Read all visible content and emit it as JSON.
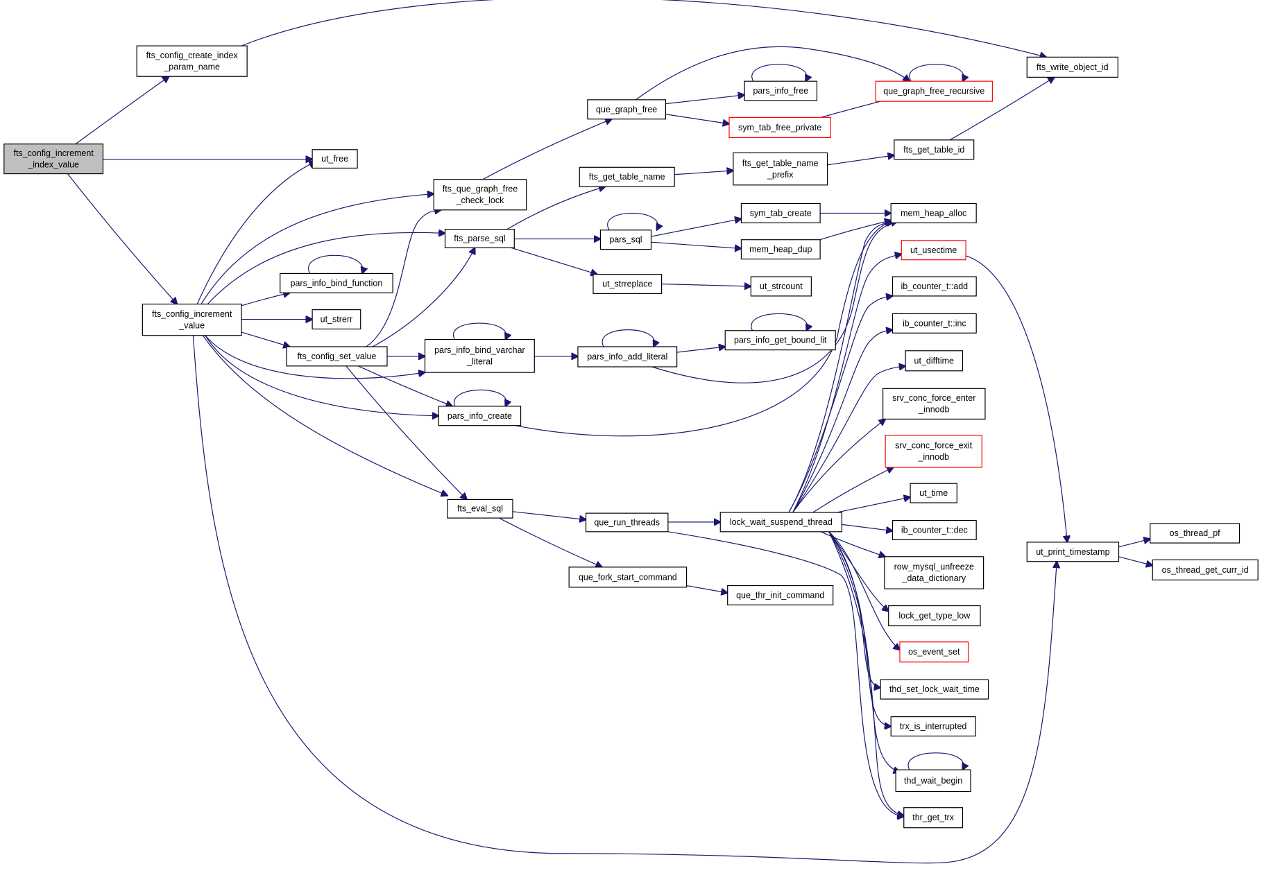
{
  "diagram": {
    "colors": {
      "edge": "#191970",
      "root_fill": "#bfbfbf",
      "node_border": "#000000",
      "truncated_border": "#ff0000"
    },
    "nodes": [
      {
        "id": "n1",
        "label": [
          "fts_config_increment",
          "_index_value"
        ],
        "root": true
      },
      {
        "id": "n2",
        "label": [
          "fts_config_create_index",
          "_param_name"
        ]
      },
      {
        "id": "n3",
        "label": [
          "ut_free"
        ]
      },
      {
        "id": "n4",
        "label": [
          "fts_config_increment",
          "_value"
        ]
      },
      {
        "id": "n5",
        "label": [
          "fts_write_object_id"
        ]
      },
      {
        "id": "n6",
        "label": [
          "fts_que_graph_free",
          "_check_lock"
        ]
      },
      {
        "id": "n7",
        "label": [
          "fts_parse_sql"
        ]
      },
      {
        "id": "n8",
        "label": [
          "pars_info_bind_function"
        ]
      },
      {
        "id": "n9",
        "label": [
          "ut_strerr"
        ]
      },
      {
        "id": "n10",
        "label": [
          "fts_config_set_value"
        ]
      },
      {
        "id": "n11",
        "label": [
          "pars_info_bind_varchar",
          "_literal"
        ]
      },
      {
        "id": "n12",
        "label": [
          "pars_info_create"
        ]
      },
      {
        "id": "n13",
        "label": [
          "fts_eval_sql"
        ]
      },
      {
        "id": "n14",
        "label": [
          "ut_print_timestamp"
        ]
      },
      {
        "id": "n15",
        "label": [
          "que_graph_free"
        ]
      },
      {
        "id": "n16",
        "label": [
          "fts_get_table_name"
        ]
      },
      {
        "id": "n17",
        "label": [
          "pars_sql"
        ]
      },
      {
        "id": "n18",
        "label": [
          "ut_strreplace"
        ]
      },
      {
        "id": "n19",
        "label": [
          "pars_info_add_literal"
        ]
      },
      {
        "id": "n20",
        "label": [
          "que_run_threads"
        ]
      },
      {
        "id": "n21",
        "label": [
          "que_fork_start_command"
        ]
      },
      {
        "id": "n22",
        "label": [
          "pars_info_free"
        ]
      },
      {
        "id": "n23",
        "label": [
          "sym_tab_free_private"
        ],
        "truncated": true
      },
      {
        "id": "n24",
        "label": [
          "que_graph_free_recursive"
        ],
        "truncated": true
      },
      {
        "id": "n25",
        "label": [
          "fts_get_table_name",
          "_prefix"
        ]
      },
      {
        "id": "n26",
        "label": [
          "fts_get_table_id"
        ]
      },
      {
        "id": "n27",
        "label": [
          "sym_tab_create"
        ]
      },
      {
        "id": "n28",
        "label": [
          "mem_heap_alloc"
        ]
      },
      {
        "id": "n29",
        "label": [
          "mem_heap_dup"
        ]
      },
      {
        "id": "n30",
        "label": [
          "ut_strcount"
        ]
      },
      {
        "id": "n31",
        "label": [
          "pars_info_get_bound_lit"
        ]
      },
      {
        "id": "n32",
        "label": [
          "lock_wait_suspend_thread"
        ]
      },
      {
        "id": "n33",
        "label": [
          "que_thr_init_command"
        ]
      },
      {
        "id": "n34",
        "label": [
          "ut_usectime"
        ],
        "truncated": true
      },
      {
        "id": "n35",
        "label": [
          "ib_counter_t::add"
        ]
      },
      {
        "id": "n36",
        "label": [
          "ib_counter_t::inc"
        ]
      },
      {
        "id": "n37",
        "label": [
          "ut_difftime"
        ]
      },
      {
        "id": "n38",
        "label": [
          "srv_conc_force_enter",
          "_innodb"
        ]
      },
      {
        "id": "n39",
        "label": [
          "srv_conc_force_exit",
          "_innodb"
        ],
        "truncated": true
      },
      {
        "id": "n40",
        "label": [
          "ut_time"
        ]
      },
      {
        "id": "n41",
        "label": [
          "ib_counter_t::dec"
        ]
      },
      {
        "id": "n42",
        "label": [
          "row_mysql_unfreeze",
          "_data_dictionary"
        ]
      },
      {
        "id": "n43",
        "label": [
          "lock_get_type_low"
        ]
      },
      {
        "id": "n44",
        "label": [
          "os_event_set"
        ],
        "truncated": true
      },
      {
        "id": "n45",
        "label": [
          "thd_set_lock_wait_time"
        ]
      },
      {
        "id": "n46",
        "label": [
          "trx_is_interrupted"
        ]
      },
      {
        "id": "n47",
        "label": [
          "thd_wait_begin"
        ]
      },
      {
        "id": "n48",
        "label": [
          "thr_get_trx"
        ]
      },
      {
        "id": "n49",
        "label": [
          "os_thread_pf"
        ]
      },
      {
        "id": "n50",
        "label": [
          "os_thread_get_curr_id"
        ]
      }
    ],
    "edges": [
      {
        "from": "n1",
        "to": "n2"
      },
      {
        "from": "n1",
        "to": "n3"
      },
      {
        "from": "n1",
        "to": "n4"
      },
      {
        "from": "n2",
        "to": "n5"
      },
      {
        "from": "n4",
        "to": "n3"
      },
      {
        "from": "n4",
        "to": "n6"
      },
      {
        "from": "n4",
        "to": "n7"
      },
      {
        "from": "n4",
        "to": "n8"
      },
      {
        "from": "n4",
        "to": "n9"
      },
      {
        "from": "n4",
        "to": "n10"
      },
      {
        "from": "n4",
        "to": "n11"
      },
      {
        "from": "n4",
        "to": "n12"
      },
      {
        "from": "n4",
        "to": "n13"
      },
      {
        "from": "n4",
        "to": "n14"
      },
      {
        "from": "n6",
        "to": "n15"
      },
      {
        "from": "n7",
        "to": "n16"
      },
      {
        "from": "n7",
        "to": "n17"
      },
      {
        "from": "n7",
        "to": "n18"
      },
      {
        "from": "n8",
        "to": "n8"
      },
      {
        "from": "n10",
        "to": "n6"
      },
      {
        "from": "n10",
        "to": "n7"
      },
      {
        "from": "n10",
        "to": "n11"
      },
      {
        "from": "n10",
        "to": "n12"
      },
      {
        "from": "n10",
        "to": "n13"
      },
      {
        "from": "n11",
        "to": "n11"
      },
      {
        "from": "n11",
        "to": "n19"
      },
      {
        "from": "n12",
        "to": "n12"
      },
      {
        "from": "n12",
        "to": "n28"
      },
      {
        "from": "n13",
        "to": "n20"
      },
      {
        "from": "n13",
        "to": "n21"
      },
      {
        "from": "n15",
        "to": "n22"
      },
      {
        "from": "n15",
        "to": "n23"
      },
      {
        "from": "n15",
        "to": "n24"
      },
      {
        "from": "n16",
        "to": "n25"
      },
      {
        "from": "n17",
        "to": "n17"
      },
      {
        "from": "n17",
        "to": "n27"
      },
      {
        "from": "n17",
        "to": "n29"
      },
      {
        "from": "n18",
        "to": "n30"
      },
      {
        "from": "n19",
        "to": "n19"
      },
      {
        "from": "n19",
        "to": "n31"
      },
      {
        "from": "n19",
        "to": "n28"
      },
      {
        "from": "n20",
        "to": "n32"
      },
      {
        "from": "n20",
        "to": "n48"
      },
      {
        "from": "n21",
        "to": "n33"
      },
      {
        "from": "n22",
        "to": "n22"
      },
      {
        "from": "n23",
        "to": "n24"
      },
      {
        "from": "n24",
        "to": "n24"
      },
      {
        "from": "n25",
        "to": "n26"
      },
      {
        "from": "n26",
        "to": "n5"
      },
      {
        "from": "n27",
        "to": "n28"
      },
      {
        "from": "n29",
        "to": "n28"
      },
      {
        "from": "n31",
        "to": "n31"
      },
      {
        "from": "n32",
        "to": "n28"
      },
      {
        "from": "n32",
        "to": "n34"
      },
      {
        "from": "n32",
        "to": "n35"
      },
      {
        "from": "n32",
        "to": "n36"
      },
      {
        "from": "n32",
        "to": "n37"
      },
      {
        "from": "n32",
        "to": "n38"
      },
      {
        "from": "n32",
        "to": "n39"
      },
      {
        "from": "n32",
        "to": "n40"
      },
      {
        "from": "n32",
        "to": "n41"
      },
      {
        "from": "n32",
        "to": "n42"
      },
      {
        "from": "n32",
        "to": "n43"
      },
      {
        "from": "n32",
        "to": "n44"
      },
      {
        "from": "n32",
        "to": "n45"
      },
      {
        "from": "n32",
        "to": "n46"
      },
      {
        "from": "n32",
        "to": "n47"
      },
      {
        "from": "n32",
        "to": "n48"
      },
      {
        "from": "n34",
        "to": "n14"
      },
      {
        "from": "n14",
        "to": "n49"
      },
      {
        "from": "n14",
        "to": "n50"
      },
      {
        "from": "n47",
        "to": "n47"
      }
    ]
  }
}
